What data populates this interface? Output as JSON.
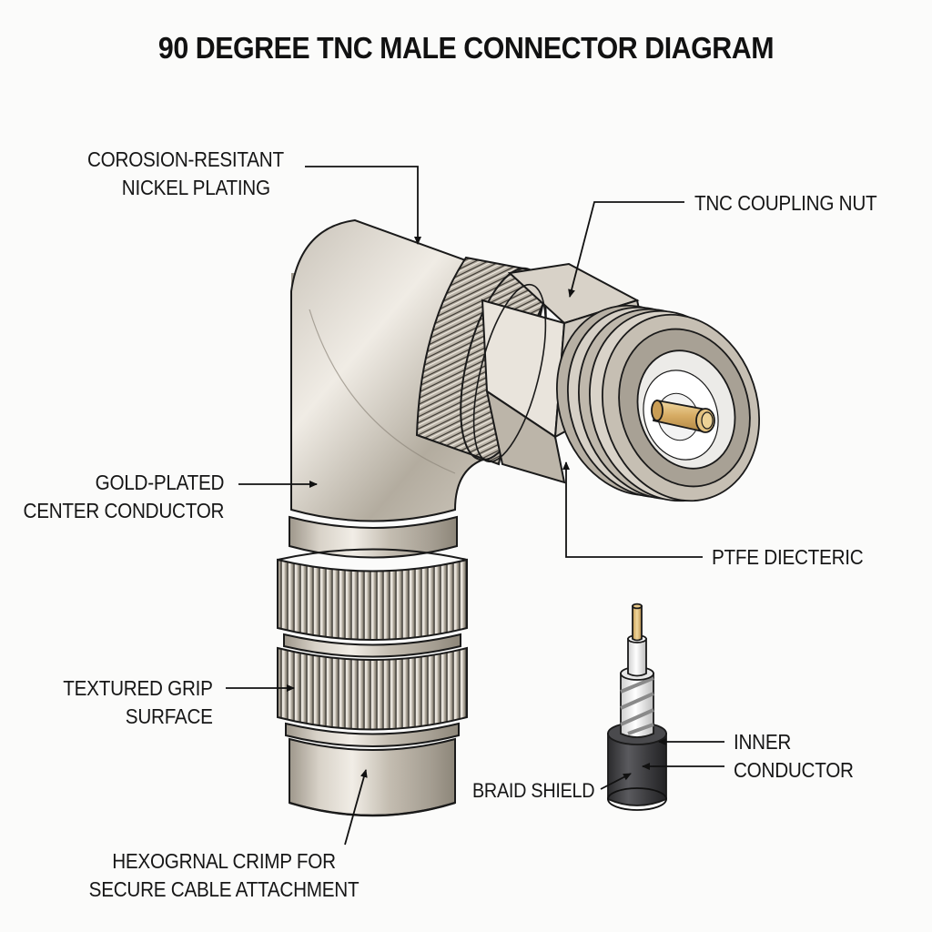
{
  "title": "90 DEGREE TNC MALE CONNECTOR DIAGRAM",
  "labels": {
    "nickel_plating": {
      "line1": "COROSION-RESITANT",
      "line2": "NICKEL PLATING"
    },
    "coupling_nut": {
      "line1": "TNC COUPLING NUT"
    },
    "center_conductor": {
      "line1": "GOLD-PLATED",
      "line2": "CENTER CONDUCTOR"
    },
    "ptfe_dielectric": {
      "line1": "PTFE DIECTERIC"
    },
    "grip_surface": {
      "line1": "TEXTURED GRIP",
      "line2": "SURFACE"
    },
    "inner_conductor": {
      "line1": "INNER",
      "line2": "CONDUCTOR"
    },
    "braid_shield": {
      "line1": "BRAID SHIELD"
    },
    "hex_crimp": {
      "line1": "HEXOGRNAL CRIMP FOR",
      "line2": "SECURE CABLE ATTACHMENT"
    }
  },
  "colors": {
    "background": "#fbfbfa",
    "metal_light": "#ece7df",
    "metal_mid": "#bdb6ab",
    "metal_dark": "#8a8378",
    "gold": "#d9b06a",
    "cable_jacket": "#3a3a3c",
    "line": "#111111"
  }
}
